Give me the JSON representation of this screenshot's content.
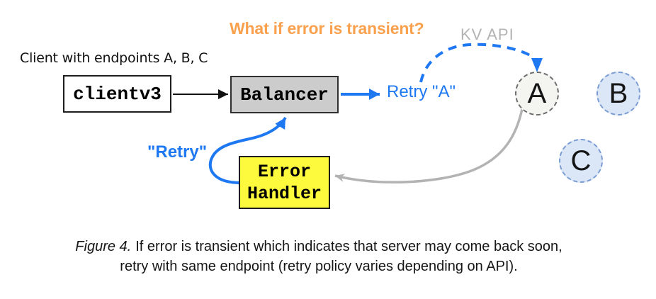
{
  "heading": {
    "question": "What if error is transient?",
    "kv_api": "KV API"
  },
  "client_note": "Client with endpoints A, B, C",
  "nodes": {
    "client": {
      "label": "clientv3"
    },
    "balancer": {
      "label": "Balancer"
    },
    "error_handler": {
      "label": "Error Handler"
    },
    "endpoints": [
      {
        "label": "A"
      },
      {
        "label": "B"
      },
      {
        "label": "C"
      }
    ]
  },
  "edge_labels": {
    "retry_a": "Retry \"A\"",
    "retry": "\"Retry\""
  },
  "caption": {
    "figure_label": "Figure 4.",
    "line1": "If error is transient which indicates that server may come back soon,",
    "line2": "retry with same endpoint (retry policy varies depending on API)."
  },
  "colors": {
    "accent_blue": "#1e78f2",
    "accent_orange": "#f9a14e",
    "handler_yellow": "#fdfa3d",
    "balancer_gray": "#cccccc",
    "endpoint_a_fill": "#f4f4f1",
    "endpoint_a_border": "#6e6e6e",
    "endpoint_bc_fill": "#dbe7f7",
    "endpoint_bc_border": "#7b9cd2",
    "muted_gray": "#b3b3b3",
    "ink": "#111111"
  }
}
